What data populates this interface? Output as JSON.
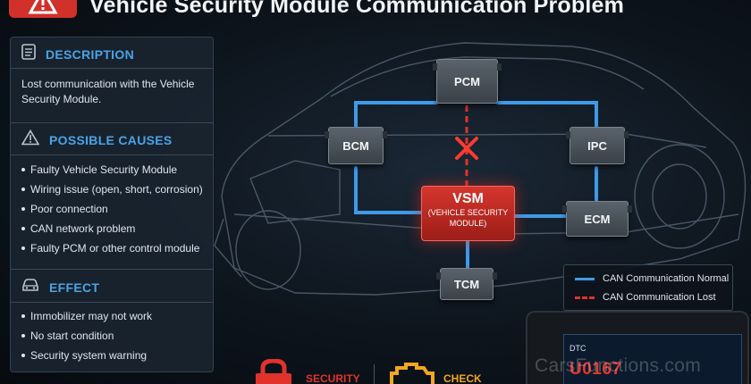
{
  "title": "Vehicle Security Module Communication Problem",
  "description": {
    "heading": "DESCRIPTION",
    "text": "Lost communication with the Vehicle Security Module."
  },
  "causes": {
    "heading": "POSSIBLE CAUSES",
    "items": [
      "Faulty Vehicle Security Module",
      "Wiring issue (open, short, corrosion)",
      "Poor connection",
      "CAN network problem",
      "Faulty PCM or other control module"
    ]
  },
  "effect": {
    "heading": "EFFECT",
    "items": [
      "Immobilizer may not work",
      "No start condition",
      "Security system warning"
    ]
  },
  "modules": {
    "pcm": "PCM",
    "bcm": "BCM",
    "ipc": "IPC",
    "ecm": "ECM",
    "tcm": "TCM",
    "vsm_name": "VSM",
    "vsm_line1": "(VEHICLE SECURITY",
    "vsm_line2": "MODULE)"
  },
  "legend": {
    "normal": "CAN Communication Normal",
    "lost": "CAN Communication Lost"
  },
  "scanner": {
    "label": "DTC",
    "code": "U0167"
  },
  "watermark": "CarsFunctions.com",
  "bottom": {
    "security": "SECURITY",
    "check": "CHECK"
  },
  "colors": {
    "can_normal": "#3d9be9",
    "can_lost": "#e0332b",
    "accent": "#4aa3e8",
    "vsm": "#c62a22"
  }
}
